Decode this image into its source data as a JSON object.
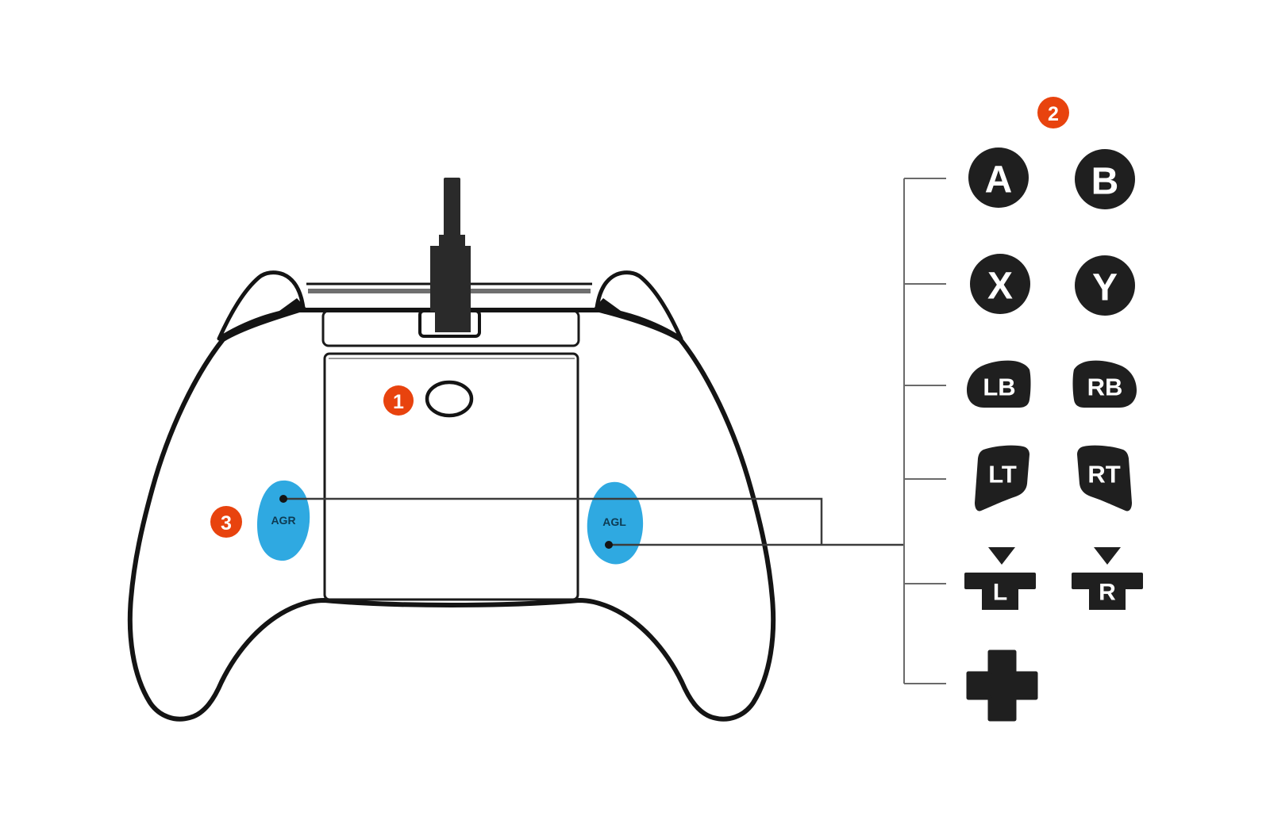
{
  "figure": {
    "title": "wired-controller-back-view-callout-diagram",
    "background": "#ffffff",
    "callouts": [
      {
        "number": "1",
        "target": "back-shell-button"
      },
      {
        "number": "2",
        "target": "mappable-buttons-list"
      },
      {
        "number": "3",
        "target": "advanced-gaming-paddles"
      }
    ],
    "paddles": {
      "left_label": "AGR",
      "right_label": "AGL"
    },
    "legend": {
      "rows": [
        {
          "left": "A",
          "right": "B",
          "type": "face-button"
        },
        {
          "left": "X",
          "right": "Y",
          "type": "face-button"
        },
        {
          "left": "LB",
          "right": "RB",
          "type": "bumper"
        },
        {
          "left": "LT",
          "right": "RT",
          "type": "trigger"
        },
        {
          "left": "L",
          "right": "R",
          "type": "stick-press"
        },
        {
          "left": "+",
          "right": "",
          "type": "dpad"
        }
      ]
    },
    "icons": {
      "stick_press_arrow": "down-triangle",
      "dpad_cross": "plus-cross",
      "cable_plug": "usb-plug"
    },
    "colors": {
      "callout_orange": "#e8430e",
      "paddle_blue": "#2fa9e1",
      "button_dark": "#1f1f1f",
      "paddle_label_dark": "#0d3a52",
      "outline_black": "#141414"
    }
  }
}
